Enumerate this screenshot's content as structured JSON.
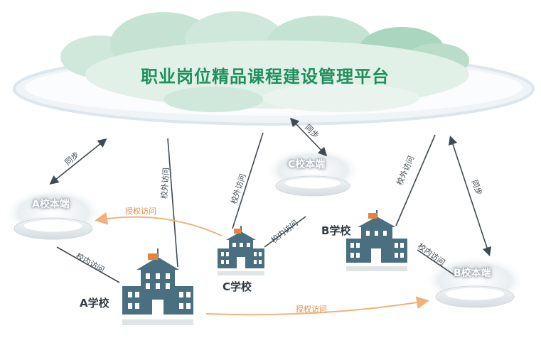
{
  "title": "职业岗位精品课程建设管理平台",
  "nodes": {
    "a_local": "A校本端",
    "b_local": "B校本端",
    "c_local": "C校本端"
  },
  "schools": {
    "a": "A学校",
    "b": "B学校",
    "c": "C学校"
  },
  "edges": {
    "sync_a": "同步",
    "sync_b": "同步",
    "sync_c": "同步",
    "external_a": "校外访问",
    "external_b": "校外访问",
    "external_c": "校外访问",
    "internal_a": "校内访问",
    "internal_b": "校内访问",
    "internal_c": "校内访问",
    "authorized_1": "授权访问",
    "authorized_2": "授权访问"
  },
  "colors": {
    "cloud": "#e7f3ec",
    "cloud_dark": "#b6dcc8",
    "building": "#4a6f80",
    "flag": "#e8833a",
    "arrow_dark": "#3f4a52",
    "arrow_orange": "#f0b27a",
    "title": "#1f8f5b"
  }
}
